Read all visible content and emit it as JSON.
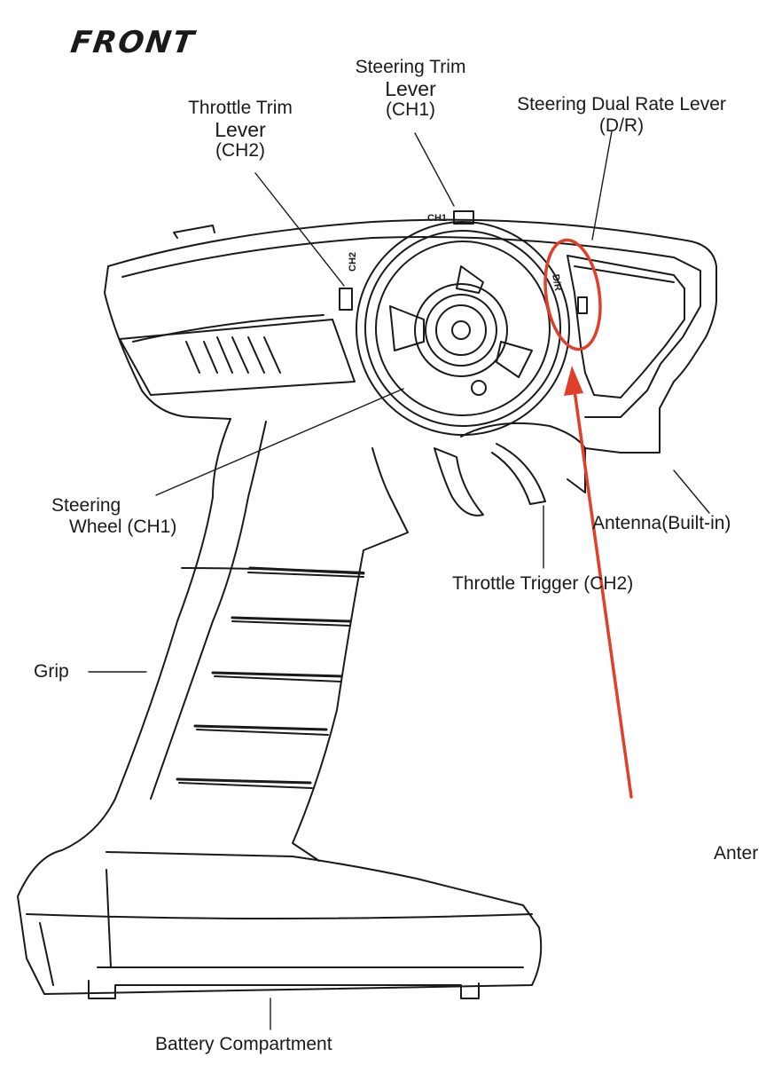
{
  "title": "FRONT",
  "labels": {
    "steering_trim": {
      "line1": "Steering Trim",
      "line2": "Lever",
      "line3": "(CH1)"
    },
    "throttle_trim": {
      "line1": "Throttle Trim",
      "line2": "Lever",
      "line3": "(CH2)"
    },
    "dual_rate": {
      "line1": "Steering Dual Rate Lever",
      "line2": "(D/R)"
    },
    "steering_wheel": {
      "line1": "Steering",
      "line2": "Wheel (CH1)"
    },
    "antenna": "Antenna(Built-in)",
    "throttle_trigger": "Throttle Trigger (CH2)",
    "grip": "Grip",
    "battery": "Battery Compartment",
    "antenna_cut": "Anter"
  },
  "device_marks": {
    "ch1": "CH1",
    "ch2": "CH2",
    "dr": "D/R"
  },
  "colors": {
    "line": "#1a1a1a",
    "highlight": "#e0402a"
  }
}
